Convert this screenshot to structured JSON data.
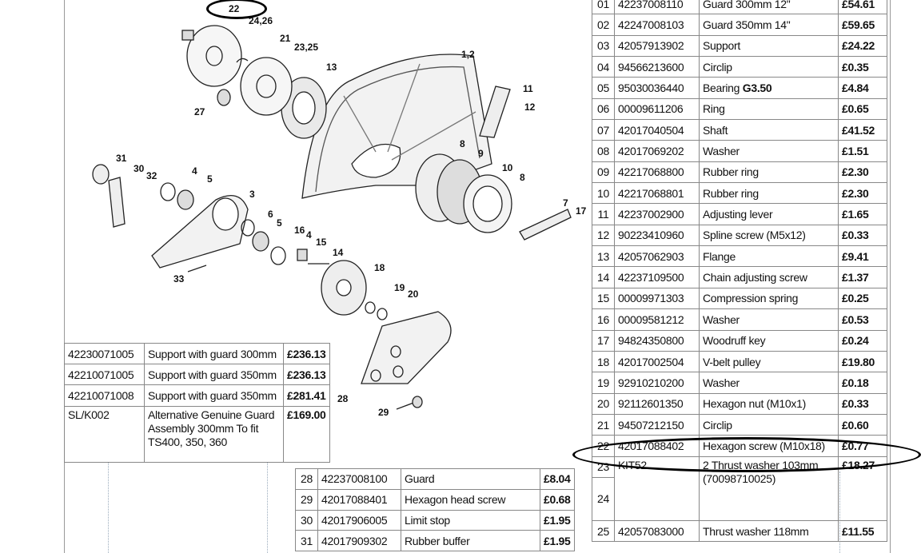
{
  "callouts": [
    "22",
    "24,26",
    "21",
    "23,25",
    "13",
    "1,2",
    "11",
    "12",
    "27",
    "8",
    "9",
    "10",
    "8",
    "31",
    "30",
    "32",
    "4",
    "5",
    "3",
    "6",
    "5",
    "16",
    "4",
    "15",
    "14",
    "7",
    "17",
    "33",
    "18",
    "19",
    "20",
    "28",
    "29"
  ],
  "right_table": [
    {
      "no": "01",
      "part": "42237008110",
      "desc": "Guard 300mm 12\"",
      "price": "£54.61"
    },
    {
      "no": "02",
      "part": "42247008103",
      "desc": "Guard 350mm 14\"",
      "price": "£59.65"
    },
    {
      "no": "03",
      "part": "42057913902",
      "desc": "Support",
      "price": "£24.22"
    },
    {
      "no": "04",
      "part": "94566213600",
      "desc": "Circlip",
      "price": "£0.35"
    },
    {
      "no": "05",
      "part": "95030036440",
      "desc": "Bearing ",
      "desc_bold": "G3.50",
      "price": "£4.84"
    },
    {
      "no": "06",
      "part": "00009611206",
      "desc": "Ring",
      "price": "£0.65"
    },
    {
      "no": "07",
      "part": "42017040504",
      "desc": "Shaft",
      "price": "£41.52"
    },
    {
      "no": "08",
      "part": "42017069202",
      "desc": "Washer",
      "price": "£1.51"
    },
    {
      "no": "09",
      "part": "42217068800",
      "desc": "Rubber ring",
      "price": "£2.30"
    },
    {
      "no": "10",
      "part": "42217068801",
      "desc": "Rubber ring",
      "price": "£2.30"
    },
    {
      "no": "11",
      "part": "42237002900",
      "desc": "Adjusting lever",
      "price": "£1.65"
    },
    {
      "no": "12",
      "part": "90223410960",
      "desc": "Spline screw (M5x12)",
      "price": "£0.33"
    },
    {
      "no": "13",
      "part": "42057062903",
      "desc": "Flange",
      "price": "£9.41"
    },
    {
      "no": "14",
      "part": "42237109500",
      "desc": "Chain adjusting screw",
      "price": "£1.37"
    },
    {
      "no": "15",
      "part": "00009971303",
      "desc": "Compression spring",
      "price": "£0.25"
    },
    {
      "no": "16",
      "part": "00009581212",
      "desc": "Washer",
      "price": "£0.53"
    },
    {
      "no": "17",
      "part": "94824350800",
      "desc": "Woodruff key",
      "price": "£0.24"
    },
    {
      "no": "18",
      "part": "42017002504",
      "desc": "V-belt pulley",
      "price": "£19.80"
    },
    {
      "no": "19",
      "part": "92910210200",
      "desc": "Washer",
      "price": "£0.18"
    },
    {
      "no": "20",
      "part": "92112601350",
      "desc": "Hexagon nut (M10x1)",
      "price": "£0.33"
    },
    {
      "no": "21",
      "part": "94507212150",
      "desc": "Circlip",
      "price": "£0.60"
    },
    {
      "no": "22",
      "part": "42017088402",
      "desc": "Hexagon screw (M10x18)",
      "price": "£0.77"
    }
  ],
  "kit_row": {
    "no_a": "23",
    "no_b": "24",
    "part": "KIT52",
    "desc": "2 Thrust washer 103mm (70098710025)",
    "price": "£18.27"
  },
  "last_row": {
    "no": "25",
    "part": "42057083000",
    "desc": "Thrust washer 118mm",
    "price": "£11.55"
  },
  "left_table": [
    {
      "part": "42230071005",
      "desc": "Support with guard 300mm",
      "price": "£236.13"
    },
    {
      "part": "42210071005",
      "desc": "Support with guard 350mm",
      "price": "£236.13"
    },
    {
      "part": "42210071008",
      "desc": "Support with guard 350mm",
      "price": "£281.41"
    },
    {
      "part": "SL/K002",
      "desc": "Alternative Genuine Guard Assembly 300mm To fit TS400, 350, 360",
      "price": "£169.00"
    }
  ],
  "bottom_table": [
    {
      "no": "28",
      "part": "42237008100",
      "desc": "Guard",
      "price": "£8.04"
    },
    {
      "no": "29",
      "part": "42017088401",
      "desc": "Hexagon head screw",
      "price": "£0.68"
    },
    {
      "no": "30",
      "part": "42017906005",
      "desc": "Limit stop",
      "price": "£1.95"
    },
    {
      "no": "31",
      "part": "42017909302",
      "desc": "Rubber buffer",
      "price": "£1.95"
    }
  ]
}
